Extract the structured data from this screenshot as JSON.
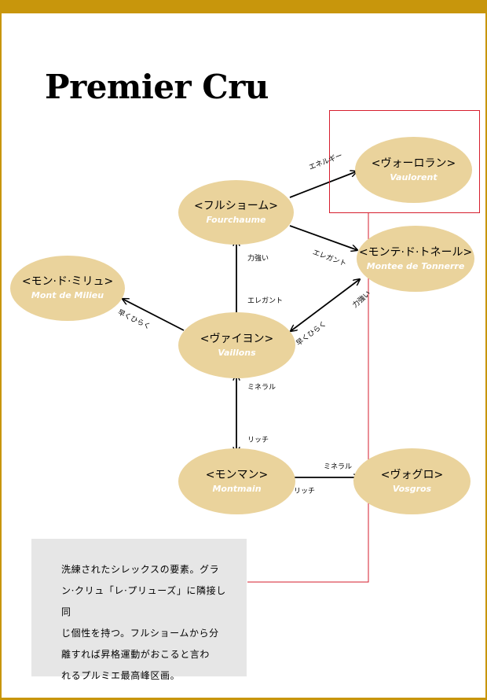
{
  "title": "Premier Cru",
  "nodes": {
    "vaulorent": {
      "jp": "<ヴォーロラン>",
      "en": "Vaulorent"
    },
    "fourchaume": {
      "jp": "<フルショーム>",
      "en": "Fourchaume"
    },
    "montee": {
      "jp": "<モンテ·ド·トネール>",
      "en": "Montee de Tonnerre"
    },
    "milieu": {
      "jp": "<モン·ド·ミリュ>",
      "en": "Mont de Milieu"
    },
    "vaillons": {
      "jp": "<ヴァイヨン>",
      "en": "Vaillons"
    },
    "montmain": {
      "jp": "<モンマン>",
      "en": "Montmain"
    },
    "vosgros": {
      "jp": "<ヴォグロ>",
      "en": "Vosgros"
    }
  },
  "edge_labels": {
    "energy": "エネルギー",
    "elegant_1": "エレガント",
    "power_1": "力強い",
    "elegant_2": "エレガント",
    "early_1": "早くひらく",
    "early_2": "早くひらく",
    "power_2": "力強い",
    "mineral_1": "ミネラル",
    "rich_1": "リッチ",
    "mineral_2": "ミネラル",
    "rich_2": "リッチ"
  },
  "note": {
    "line1": "洗練されたシレックスの要素。グラ",
    "line2": "ン·クリュ「レ·プリューズ」に隣接し同",
    "line3": "じ個性を持つ。フルショームから分",
    "line4": "離すれば昇格運動がおこると言わ",
    "line5": "れるプルミエ最高峰区画。"
  },
  "colors": {
    "accent_gold": "#c8960c",
    "node_fill": "#ead39c",
    "highlight_red": "#d61e2e",
    "note_bg": "#e6e6e6"
  }
}
